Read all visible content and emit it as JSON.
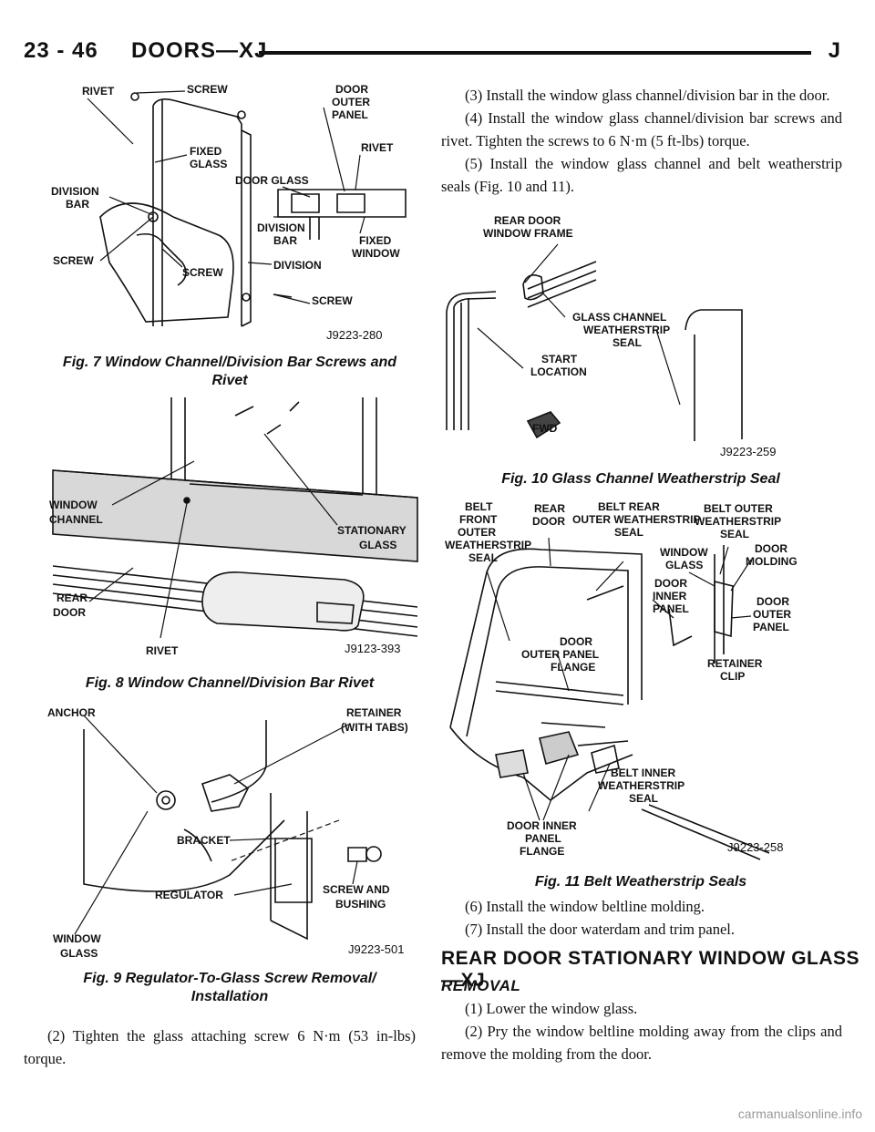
{
  "header": {
    "page_number": "23 - 46",
    "section": "DOORS—XJ",
    "mark": "J"
  },
  "fig7": {
    "labels": [
      "RIVET",
      "SCREW",
      "DOOR OUTER PANEL",
      "RIVET",
      "FIXED GLASS",
      "DOOR GLASS",
      "DIVISION BAR",
      "DIVISION BAR",
      "SCREW",
      "SCREW",
      "DIVISION",
      "FIXED WINDOW",
      "SCREW"
    ],
    "code": "J9223-280",
    "caption": "Fig. 7 Window Channel/Division Bar Screws and Rivet"
  },
  "fig8": {
    "labels": [
      "WINDOW CHANNEL",
      "STATIONARY GLASS",
      "REAR DOOR",
      "RIVET"
    ],
    "code": "J9123-393",
    "caption": "Fig. 8 Window Channel/Division Bar Rivet"
  },
  "fig9": {
    "labels": [
      "ANCHOR",
      "RETAINER (WITH TABS)",
      "BRACKET",
      "REGULATOR",
      "SCREW AND BUSHING",
      "WINDOW GLASS"
    ],
    "code": "J9223-501",
    "caption": "Fig. 9 Regulator-To-Glass Screw Removal/ Installation"
  },
  "left_text": {
    "p1": "(2) Tighten the glass attaching screw 6 N·m (53 in-lbs) torque."
  },
  "right_text": {
    "p3": "(3) Install the window glass channel/division bar in the door.",
    "p4": "(4) Install the window glass channel/division bar screws and rivet. Tighten the screws to 6 N·m (5 ft-lbs) torque.",
    "p5": "(5) Install the window glass channel and belt weatherstrip seals (Fig. 10 and 11)."
  },
  "fig10": {
    "labels": [
      "REAR DOOR WINDOW FRAME",
      "GLASS CHANNEL WEATHERSTRIP SEAL",
      "START LOCATION",
      "FWD"
    ],
    "code": "J9223-259",
    "caption": "Fig. 10 Glass Channel Weatherstrip Seal"
  },
  "fig11": {
    "labels": [
      "BELT FRONT OUTER WEATHERSTRIP SEAL",
      "REAR DOOR",
      "BELT REAR OUTER WEATHERSTRIP SEAL",
      "BELT OUTER WEATHERSTRIP SEAL",
      "WINDOW GLASS",
      "DOOR MOLDING",
      "DOOR INNER PANEL",
      "DOOR OUTER PANEL",
      "DOOR OUTER PANEL FLANGE",
      "RETAINER CLIP",
      "BELT INNER WEATHERSTRIP SEAL",
      "DOOR INNER PANEL FLANGE"
    ],
    "code": "J9223-258",
    "caption": "Fig. 11 Belt Weatherstrip Seals"
  },
  "steps_after": {
    "p6": "(6) Install the window beltline molding.",
    "p7": "(7) Install the door waterdam and trim panel."
  },
  "section_heading": "REAR DOOR STATIONARY WINDOW GLASS—XJ",
  "removal": {
    "heading": "REMOVAL",
    "s1": "(1) Lower the window glass.",
    "s2": "(2) Pry the window beltline molding away from the clips and remove the molding from the door."
  },
  "footer": "carmanualsonline.info"
}
